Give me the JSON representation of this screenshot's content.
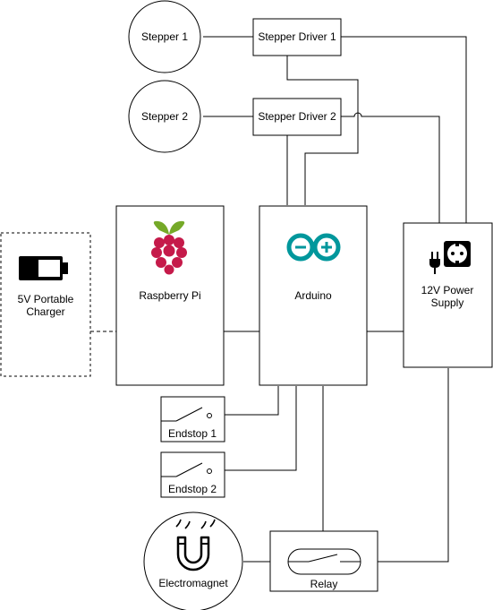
{
  "nodes": {
    "stepper1": "Stepper 1",
    "stepper2": "Stepper 2",
    "driver1": "Stepper Driver 1",
    "driver2": "Stepper Driver 2",
    "charger_line1": "5V Portable",
    "charger_line2": "Charger",
    "raspberry_pi": "Raspberry Pi",
    "arduino": "Arduino",
    "psu_line1": "12V Power",
    "psu_line2": "Supply",
    "endstop1": "Endstop 1",
    "endstop2": "Endstop 2",
    "electromagnet": "Electromagnet",
    "relay": "Relay"
  },
  "icons": {
    "charger": "battery-icon",
    "raspberry_pi": "raspberry-pi-logo",
    "arduino": "arduino-logo",
    "psu": "power-plug-socket-icon",
    "electromagnet": "magnet-icon",
    "relay": "switch-icon",
    "endstop": "switch-icon"
  },
  "colors": {
    "line": "#000000",
    "background": "#ffffff",
    "arduino_teal": "#00979c",
    "raspberry_red": "#c51a4a",
    "raspberry_green": "#75a928"
  }
}
